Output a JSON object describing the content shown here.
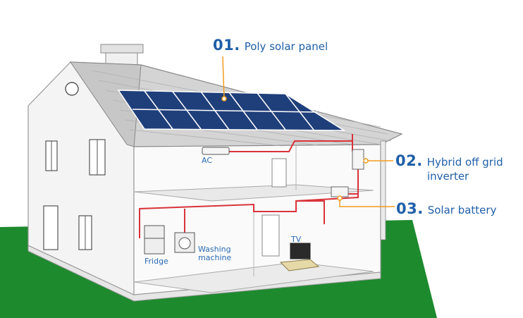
{
  "callouts": [
    {
      "number": "01.",
      "label": "Poly solar panel"
    },
    {
      "number": "02.",
      "label_line1": "Hybrid off grid",
      "label_line2": "inverter"
    },
    {
      "number": "03.",
      "label": "Solar battery"
    }
  ],
  "appliances": {
    "ac": "AC",
    "fridge": "Fridge",
    "washing_line1": "Washing",
    "washing_line2": "machine",
    "tv": "TV"
  },
  "colors": {
    "callout_blue": "#1f5fa8",
    "leader_orange": "#f39c1e",
    "cable_red": "#d9333a",
    "ground_green": "#1d8a2e",
    "panel_blue": "#1f3f7a"
  }
}
